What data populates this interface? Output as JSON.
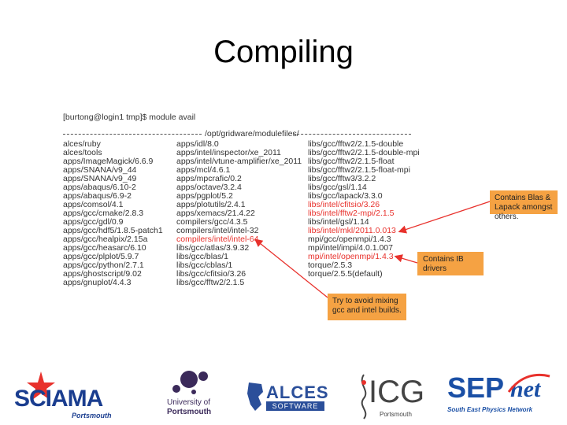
{
  "slide": {
    "title": "Compiling"
  },
  "terminal": {
    "prompt": "[burtong@login1 tmp]$ module avail",
    "section_path": "/opt/gridware/modulefiles/",
    "column1": [
      {
        "text": "alces/ruby",
        "red": false
      },
      {
        "text": "alces/tools",
        "red": false
      },
      {
        "text": "apps/ImageMagick/6.6.9",
        "red": false
      },
      {
        "text": "apps/SNANA/v9_44",
        "red": false
      },
      {
        "text": "apps/SNANA/v9_49",
        "red": false
      },
      {
        "text": "apps/abaqus/6.10-2",
        "red": false
      },
      {
        "text": "apps/abaqus/6.9-2",
        "red": false
      },
      {
        "text": "apps/comsol/4.1",
        "red": false
      },
      {
        "text": "apps/gcc/cmake/2.8.3",
        "red": false
      },
      {
        "text": "apps/gcc/gdl/0.9",
        "red": false
      },
      {
        "text": "apps/gcc/hdf5/1.8.5-patch1",
        "red": false
      },
      {
        "text": "apps/gcc/healpix/2.15a",
        "red": false
      },
      {
        "text": "apps/gcc/heasarc/6.10",
        "red": false
      },
      {
        "text": "apps/gcc/plplot/5.9.7",
        "red": false
      },
      {
        "text": "apps/gcc/python/2.7.1",
        "red": false
      },
      {
        "text": "apps/ghostscript/9.02",
        "red": false
      },
      {
        "text": "apps/gnuplot/4.4.3",
        "red": false
      }
    ],
    "column2": [
      {
        "text": "apps/idl/8.0",
        "red": false
      },
      {
        "text": "apps/intel/inspector/xe_2011",
        "red": false
      },
      {
        "text": "apps/intel/vtune-amplifier/xe_2011",
        "red": false
      },
      {
        "text": "apps/mcl/4.6.1",
        "red": false
      },
      {
        "text": "apps/mpcrafic/0.2",
        "red": false
      },
      {
        "text": "apps/octave/3.2.4",
        "red": false
      },
      {
        "text": "apps/pgplot/5.2",
        "red": false
      },
      {
        "text": "apps/plotutils/2.4.1",
        "red": false
      },
      {
        "text": "apps/xemacs/21.4.22",
        "red": false
      },
      {
        "text": "compilers/gcc/4.3.5",
        "red": false
      },
      {
        "text": "compilers/intel/intel-32",
        "red": false
      },
      {
        "text": "compilers/intel/intel-64",
        "red": true
      },
      {
        "text": "libs/gcc/atlas/3.9.32",
        "red": false
      },
      {
        "text": "libs/gcc/blas/1",
        "red": false
      },
      {
        "text": "libs/gcc/cblas/1",
        "red": false
      },
      {
        "text": "libs/gcc/cfitsio/3.26",
        "red": false
      },
      {
        "text": "libs/gcc/fftw2/2.1.5",
        "red": false
      }
    ],
    "column3": [
      {
        "text": "libs/gcc/fftw2/2.1.5-double",
        "red": false
      },
      {
        "text": "libs/gcc/fftw2/2.1.5-double-mpi",
        "red": false
      },
      {
        "text": "libs/gcc/fftw2/2.1.5-float",
        "red": false
      },
      {
        "text": "libs/gcc/fftw2/2.1.5-float-mpi",
        "red": false
      },
      {
        "text": "libs/gcc/fftw3/3.2.2",
        "red": false
      },
      {
        "text": "libs/gcc/gsl/1.14",
        "red": false
      },
      {
        "text": "libs/gcc/lapack/3.3.0",
        "red": false
      },
      {
        "text": "libs/intel/cfitsio/3.26",
        "red": true
      },
      {
        "text": "libs/intel/fftw2-mpi/2.1.5",
        "red": true
      },
      {
        "text": "libs/intel/gsl/1.14",
        "red": false
      },
      {
        "text": "libs/intel/mkl/2011.0.013",
        "red": true
      },
      {
        "text": "mpi/gcc/openmpi/1.4.3",
        "red": false
      },
      {
        "text": "mpi/intel/impi/4.0.1.007",
        "red": false
      },
      {
        "text": "mpi/intel/openmpi/1.4.3",
        "red": true
      },
      {
        "text": "torque/2.5.3",
        "red": false
      },
      {
        "text": "torque/2.5.5(default)",
        "red": false
      }
    ]
  },
  "callouts": {
    "blas_lapack": "Contains Blas & Lapack amongst others.",
    "ib_drivers": "Contains IB drivers",
    "avoid_mixing": "Try to avoid mixing gcc and intel builds."
  },
  "logos": {
    "scama": {
      "name": "SCIAMA",
      "sub": "Portsmouth"
    },
    "uop": {
      "line1": "University of",
      "line2": "Portsmouth"
    },
    "alces": {
      "name": "ALCES",
      "sub": "SOFTWARE"
    },
    "icg": {
      "name": "ICG",
      "sub": "Portsmouth"
    },
    "sepnet": {
      "name": "SEP",
      "suffix": "net",
      "sub": "South East Physics Network"
    }
  },
  "colors": {
    "highlight_text": "#e8312c",
    "callout_bg": "#f5a243",
    "arrow": "#e8312c"
  }
}
